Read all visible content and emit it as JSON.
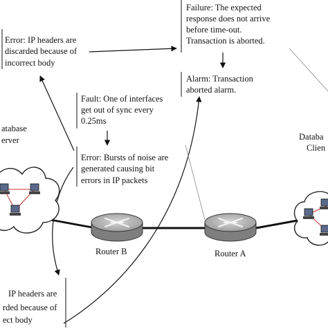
{
  "failure_box": {
    "lines": [
      "Failure: The expected",
      "response does not arrive",
      "before time-out.",
      "Transaction is aborted."
    ]
  },
  "alarm_box": {
    "lines": [
      "Alarm: Transaction",
      "aborted alarm."
    ]
  },
  "error_top_box": {
    "lines": [
      "Error: IP headers are",
      "discarded because of",
      "incorrect body"
    ]
  },
  "fault_box": {
    "lines": [
      "Fault: One of interfaces",
      "get out of sync every",
      "0.25ms"
    ]
  },
  "bursts_box": {
    "lines": [
      "Error: Bursts of noise are",
      "generated causing bit",
      "errors in IP packets"
    ]
  },
  "error_bottom_box": {
    "lines": [
      "IP headers are",
      "rded because of",
      "ect body"
    ]
  },
  "db_server": {
    "lines": [
      "atabase",
      "erver"
    ]
  },
  "db_client": {
    "lines": [
      "Databa",
      "Clien"
    ]
  },
  "routers": {
    "b_label": "Router  B",
    "a_label": "Router  A"
  },
  "colors": {
    "ink": "#111111",
    "cloud_stroke": "#222222",
    "router_fill": "#9c9c9c",
    "lan_link": "#cc3333"
  }
}
